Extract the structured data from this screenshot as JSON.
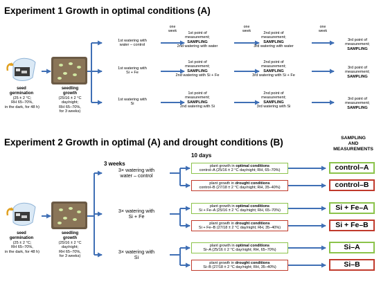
{
  "exp1": {
    "title": "Experiment 1 Growth in optimal conditions (A)",
    "week_label": "one\nweek",
    "germination": {
      "head": "seed\ngermination",
      "detail": "(25 ± 2 °C;\nRH 65–70%,\nin the dark, for 48 h)"
    },
    "seedling": {
      "head": "seedling\ngrowth",
      "detail": "(25/16 ± 2 °C\nday/night;\nRH 65–70%,\nfor 3 weeks)"
    },
    "rows": [
      {
        "watering": "1st watering with\nwater – control",
        "p1": "1st point of\nmeasurement;",
        "p1_bold": "SAMPLING",
        "p1_after": "2nd watering with water",
        "p2": "2nd point of\nmeasurement;",
        "p2_bold": "SAMPLING",
        "p2_after": "3rd watering with water",
        "p3": "3rd point of\nmeasurement;",
        "p3_bold": "SAMPLING"
      },
      {
        "watering": "1st watering with\nSi + Fe",
        "p1": "1st point of\nmeasurement;",
        "p1_bold": "SAMPLING",
        "p1_after": "2nd watering with Si + Fe",
        "p2": "2nd point of\nmeasurement;",
        "p2_bold": "SAMPLING",
        "p2_after": "3rd watering with Si + Fe",
        "p3": "3rd point of\nmeasurement;",
        "p3_bold": "SAMPLING"
      },
      {
        "watering": "1st watering with\nSi",
        "p1": "1st point of\nmeasurement;",
        "p1_bold": "SAMPLING",
        "p1_after": "2nd watering with Si",
        "p2": "2nd point of\nmeasurement;",
        "p2_bold": "SAMPLING",
        "p2_after": "3rd watering with Si",
        "p3": "3rd point of\nmeasurement;",
        "p3_bold": "SAMPLING"
      }
    ]
  },
  "exp2": {
    "title": "Experiment 2 Growth in optimal (A) and drought conditions (B)",
    "sampling_header": "SAMPLING\nAND\nMEASUREMENTS",
    "weeks_label": "3 weeks",
    "days_label": "10 days",
    "germination": {
      "head": "seed\ngermination",
      "detail": "(25 ± 2 °C;\nRH 65–70%,\nin the dark, for 48 h)"
    },
    "seedling": {
      "head": "seedling\ngrowth",
      "detail": "(25/16 ± 2 °C\nday/night;\nRH 65–70%,\nfor 3 weeks)"
    },
    "groups": [
      {
        "watering": "3× watering with\nwater – control",
        "optimal": {
          "pre": "plant growth in",
          "bold": "optimal conditions",
          "detail": "control–A (25/16 ± 2 °C day/night; RH, 65–70%)",
          "result": "control–A"
        },
        "drought": {
          "pre": "plant growth in",
          "bold": "drought conditions",
          "detail": "control–B (27/18 ± 2 °C day/night; RH, 35–40%)",
          "result": "control–B"
        }
      },
      {
        "watering": "3× watering with\nSi + Fe",
        "optimal": {
          "pre": "plant growth in",
          "bold": "optimal conditions",
          "detail": "Si + Fe–A (25/16 ± 2 °C day/night; RH, 65–70%)",
          "result": "Si + Fe–A"
        },
        "drought": {
          "pre": "plant growth in",
          "bold": "drought conditions",
          "detail": "Si + Fe–B (27/18 ± 2 °C day/night; RH, 35–40%)",
          "result": "Si + Fe–B"
        }
      },
      {
        "watering": "3× watering with\nSi",
        "optimal": {
          "pre": "plant growth in",
          "bold": "optimal conditions",
          "detail": "Si–A (25/16 ± 2 °C day/night; RH, 65–70%)",
          "result": "Si–A"
        },
        "drought": {
          "pre": "plant growth in",
          "bold": "drought conditions",
          "detail": "Si–B (27/18 ± 2 °C day/night; RH, 35–40%)",
          "result": "Si–B"
        }
      }
    ]
  },
  "colors": {
    "arrow": "#3f6fb5",
    "optimal_border": "#8bc34a",
    "drought_border": "#c0392b"
  },
  "icons": [
    "seed-bag-icon",
    "petri-dish-icon",
    "seedling-tray-icon"
  ]
}
